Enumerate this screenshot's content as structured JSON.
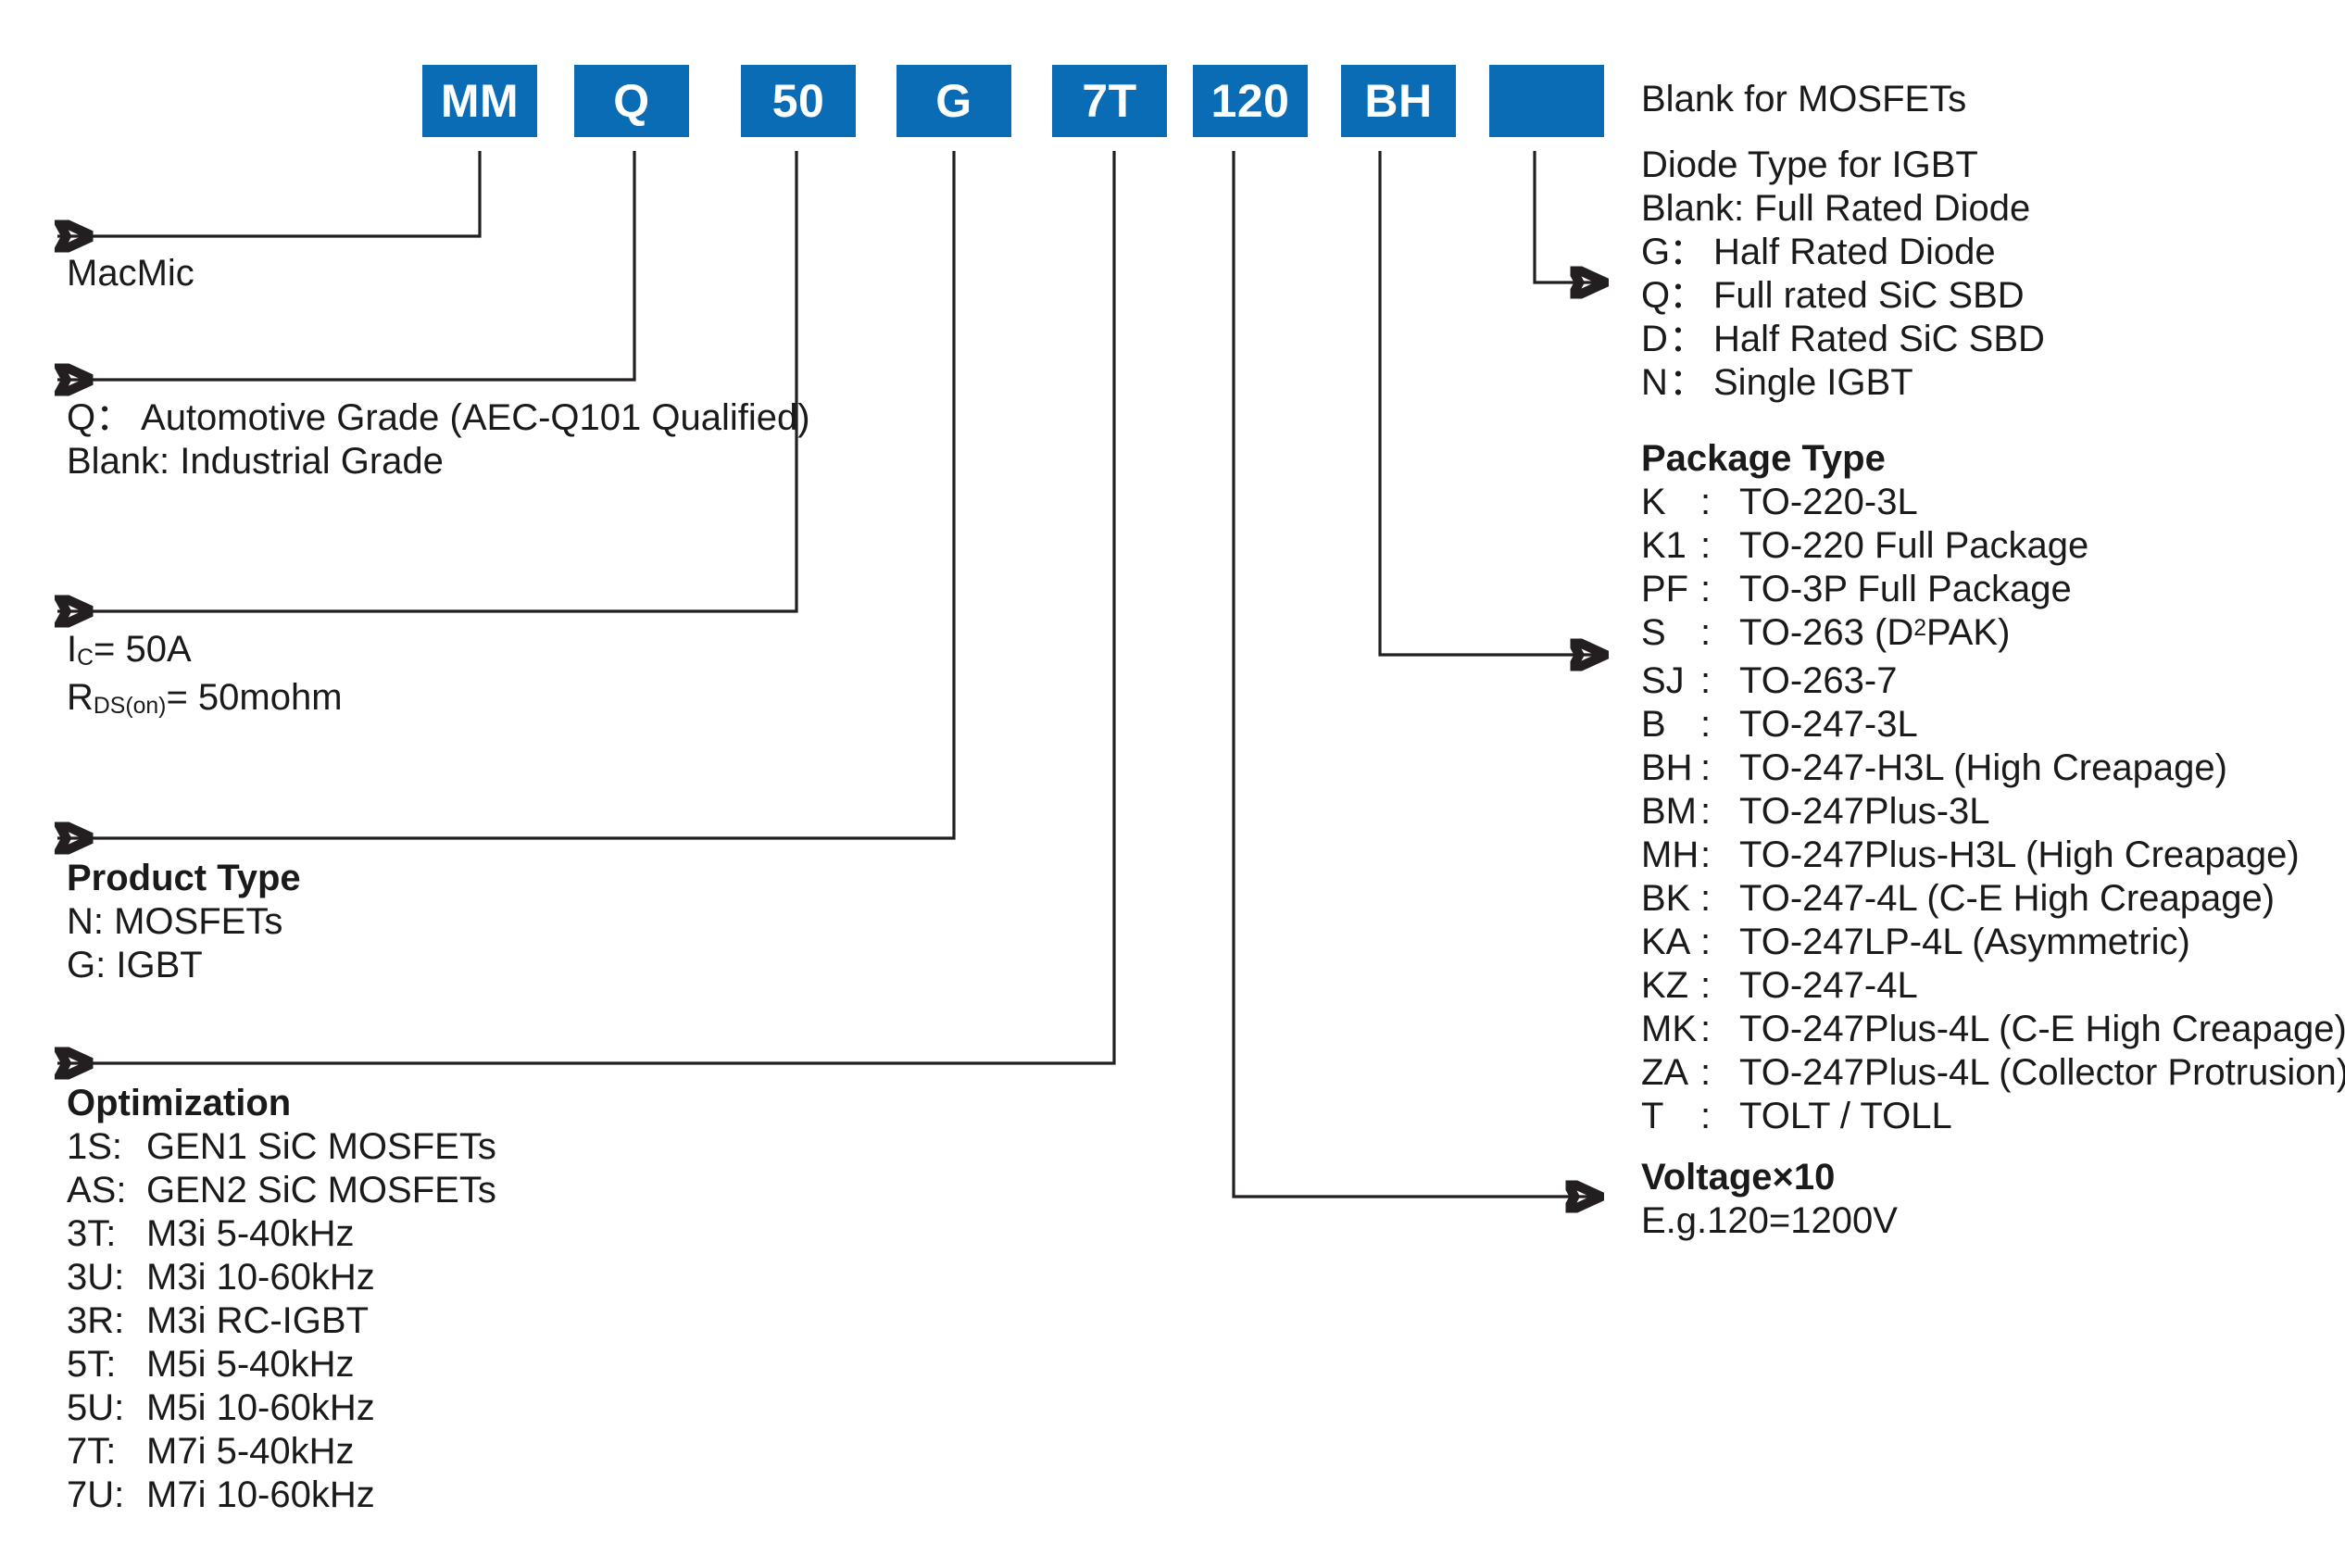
{
  "part_number": {
    "segments": [
      {
        "label": "MM",
        "name": "manufacturer"
      },
      {
        "label": "Q",
        "name": "grade"
      },
      {
        "label": "50",
        "name": "current-rating"
      },
      {
        "label": "G",
        "name": "product-type"
      },
      {
        "label": "7T",
        "name": "optimization"
      },
      {
        "label": "120",
        "name": "voltage"
      },
      {
        "label": "BH",
        "name": "package-type"
      },
      {
        "label": "",
        "name": "diode-type"
      }
    ],
    "box_color": "#0a6cb4",
    "text_color": "#ffffff"
  },
  "left": {
    "manufacturer": {
      "lines": [
        "MacMic"
      ]
    },
    "grade": {
      "lines": [
        "Q： Automotive Grade (AEC-Q101 Qualified)",
        "Blank: Industrial Grade"
      ]
    },
    "ratings": {
      "line1_pre": "I",
      "line1_sub": "C",
      "line1_post": "= 50A",
      "line2_pre": "R",
      "line2_sub": "DS(on)",
      "line2_post": "= 50mohm"
    },
    "product_type": {
      "heading": "Product Type",
      "lines": [
        "N: MOSFETs",
        "G: IGBT"
      ]
    },
    "optimization": {
      "heading": "Optimization",
      "items": [
        {
          "code": "1S:",
          "desc": "GEN1 SiC MOSFETs"
        },
        {
          "code": "AS:",
          "desc": "GEN2 SiC MOSFETs"
        },
        {
          "code": "3T:",
          "desc": "M3i 5-40kHz"
        },
        {
          "code": "3U:",
          "desc": "M3i 10-60kHz"
        },
        {
          "code": "3R:",
          "desc": "M3i RC-IGBT"
        },
        {
          "code": "5T:",
          "desc": "M5i 5-40kHz"
        },
        {
          "code": "5U:",
          "desc": "M5i 10-60kHz"
        },
        {
          "code": "7T:",
          "desc": "M7i 5-40kHz"
        },
        {
          "code": "7U:",
          "desc": "M7i 10-60kHz"
        }
      ]
    }
  },
  "right": {
    "mosfet_note": "Blank for MOSFETs",
    "diode": {
      "heading": "Diode Type for IGBT",
      "blank_line": "Blank: Full Rated Diode",
      "items": [
        {
          "code": "G",
          "sep": "：",
          "desc": "Half Rated Diode"
        },
        {
          "code": "Q",
          "sep": "：",
          "desc": "Full rated SiC SBD"
        },
        {
          "code": "D",
          "sep": "：",
          "desc": "Half Rated SiC SBD"
        },
        {
          "code": "N",
          "sep": "：",
          "desc": "Single IGBT"
        }
      ]
    },
    "package": {
      "heading": "Package Type",
      "items": [
        {
          "code": "K",
          "sep": ":",
          "desc": "TO-220-3L"
        },
        {
          "code": "K1",
          "sep": ":",
          "desc": "TO-220 Full Package"
        },
        {
          "code": "PF",
          "sep": ":",
          "desc": "TO-3P Full Package"
        },
        {
          "code": "S",
          "sep": ":",
          "desc_pre": "TO-263 (D",
          "desc_sup": "2",
          "desc_post": "PAK)"
        },
        {
          "code": "SJ",
          "sep": ":",
          "desc": "TO-263-7"
        },
        {
          "code": "B",
          "sep": ":",
          "desc": "TO-247-3L"
        },
        {
          "code": "BH",
          "sep": ":",
          "desc": "TO-247-H3L (High Creapage)"
        },
        {
          "code": "BM",
          "sep": ":",
          "desc": "TO-247Plus-3L"
        },
        {
          "code": "MH",
          "sep": ":",
          "desc": "TO-247Plus-H3L (High Creapage)"
        },
        {
          "code": "BK",
          "sep": ":",
          "desc": "TO-247-4L (C-E High Creapage)"
        },
        {
          "code": "KA",
          "sep": ":",
          "desc": "TO-247LP-4L (Asymmetric)"
        },
        {
          "code": "KZ",
          "sep": ":",
          "desc": "TO-247-4L"
        },
        {
          "code": "MK",
          "sep": ":",
          "desc": "TO-247Plus-4L (C-E High Creapage)"
        },
        {
          "code": "ZA",
          "sep": ":",
          "desc": "TO-247Plus-4L (Collector Protrusion)"
        },
        {
          "code": "T",
          "sep": ":",
          "desc": "TOLT / TOLL"
        }
      ]
    },
    "voltage": {
      "heading": "Voltage×10",
      "example": "E.g.120=1200V"
    }
  },
  "colors": {
    "box_blue": "#0a6cb4",
    "line_black": "#231f20",
    "text_black": "#1a1a1a",
    "background": "#ffffff"
  }
}
